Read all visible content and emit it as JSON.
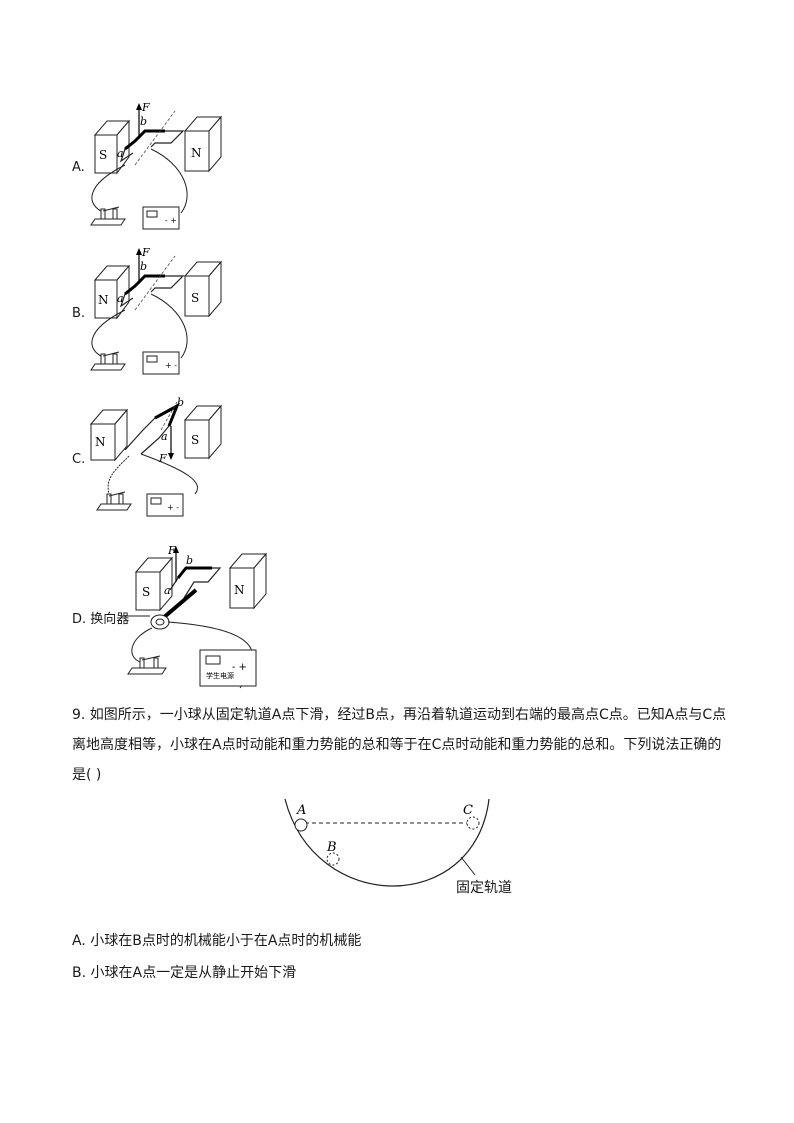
{
  "options_figures": [
    {
      "label": "A.",
      "magnet_left": "S",
      "magnet_right": "N",
      "force": "F",
      "point_a": "a",
      "point_b": "b",
      "force_direction": "up"
    },
    {
      "label": "B.",
      "magnet_left": "N",
      "magnet_right": "S",
      "force": "F",
      "point_a": "a",
      "point_b": "b",
      "force_direction": "up"
    },
    {
      "label": "C.",
      "magnet_left": "N",
      "magnet_right": "S",
      "force": "F",
      "point_a": "a",
      "point_b": "b",
      "force_direction": "down"
    },
    {
      "label": "D.",
      "extra_label": "换向器",
      "magnet_left": "S",
      "magnet_right": "N",
      "force": "F",
      "point_a": "a",
      "point_b": "b",
      "force_direction": "up",
      "power_label": "学生电源"
    }
  ],
  "question9": {
    "line1": "9. 如图所示，一小球从固定轨道A点下滑，经过B点，再沿着轨道运动到右端的最高点C点。已知A点与C点",
    "line2": "离地高度相等，小球在A点时动能和重力势能的总和等于在C点时动能和重力势能的总和。下列说法正确的",
    "line3": "是(    )",
    "figure": {
      "point_A": "A",
      "point_B": "B",
      "point_C": "C",
      "track_label": "固定轨道"
    },
    "choices": [
      "A. 小球在B点时的机械能小于在A点时的机械能",
      "B. 小球在A点一定是从静止开始下滑"
    ]
  }
}
